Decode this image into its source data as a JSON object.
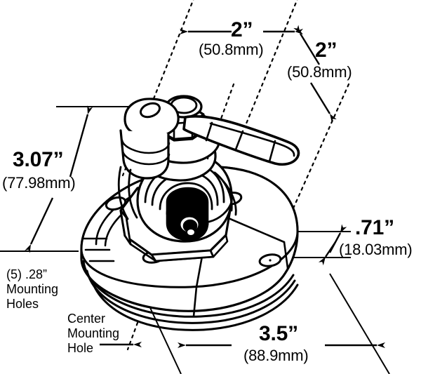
{
  "drawing": {
    "title": "Valve assembly dimensioned technical drawing",
    "line_color": "#000000",
    "background_color": "#ffffff",
    "fill_color": "#ffffff",
    "accent_fill": "#000000"
  },
  "dimensions": {
    "top_horizontal": {
      "name": "top-width-2in",
      "value_in": "2”",
      "value_mm": "(50.8mm)"
    },
    "top_right_diagonal": {
      "name": "upper-right-2in",
      "value_in": "2”",
      "value_mm": "(50.8mm)"
    },
    "left_vertical": {
      "name": "overall-height",
      "value_in": "3.07”",
      "value_mm": "(77.98mm)"
    },
    "right_small": {
      "name": "base-thickness",
      "value_in": ".71”",
      "value_mm": "(18.03mm)"
    },
    "bottom_horizontal": {
      "name": "base-diameter",
      "value_in": "3.5”",
      "value_mm": "(88.9mm)"
    }
  },
  "annotations": {
    "mounting_holes": {
      "line1": "(5) .28”",
      "line2": "Mounting",
      "line3": "Holes"
    },
    "center_hole": {
      "line1": "Center",
      "line2": "Mounting",
      "line3": "Hole"
    }
  }
}
